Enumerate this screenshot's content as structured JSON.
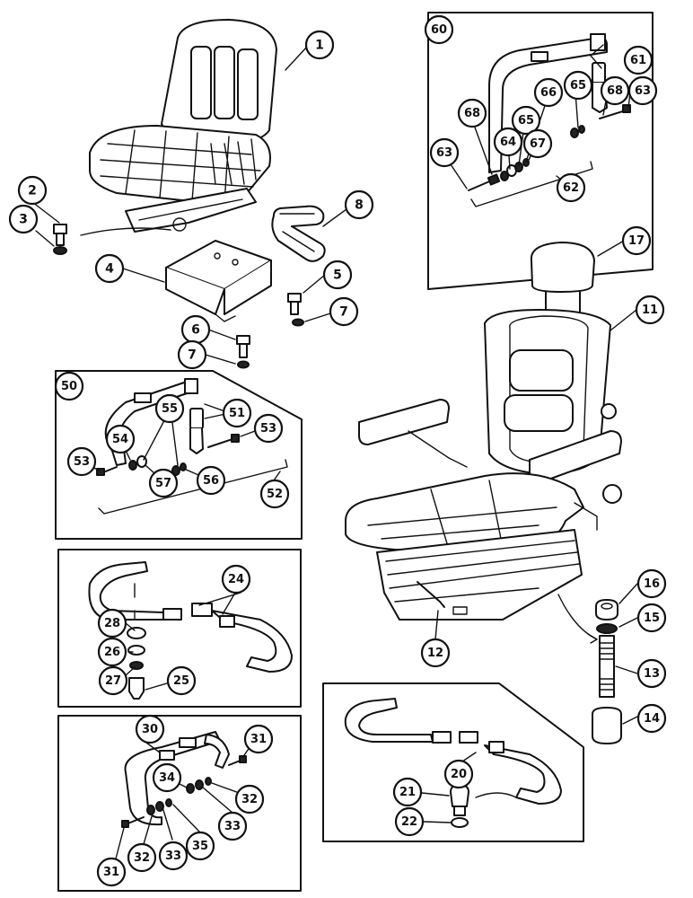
{
  "callouts": [
    {
      "id": "c1",
      "label": "1"
    },
    {
      "id": "c2",
      "label": "2"
    },
    {
      "id": "c3",
      "label": "3"
    },
    {
      "id": "c4",
      "label": "4"
    },
    {
      "id": "c5",
      "label": "5"
    },
    {
      "id": "c6",
      "label": "6"
    },
    {
      "id": "c7a",
      "label": "7"
    },
    {
      "id": "c7b",
      "label": "7"
    },
    {
      "id": "c8",
      "label": "8"
    },
    {
      "id": "c11",
      "label": "11"
    },
    {
      "id": "c12",
      "label": "12"
    },
    {
      "id": "c13",
      "label": "13"
    },
    {
      "id": "c14",
      "label": "14"
    },
    {
      "id": "c15",
      "label": "15"
    },
    {
      "id": "c16",
      "label": "16"
    },
    {
      "id": "c17",
      "label": "17"
    },
    {
      "id": "c20",
      "label": "20"
    },
    {
      "id": "c21",
      "label": "21"
    },
    {
      "id": "c22",
      "label": "22"
    },
    {
      "id": "c24",
      "label": "24"
    },
    {
      "id": "c25",
      "label": "25"
    },
    {
      "id": "c26",
      "label": "26"
    },
    {
      "id": "c27",
      "label": "27"
    },
    {
      "id": "c28",
      "label": "28"
    },
    {
      "id": "c30",
      "label": "30"
    },
    {
      "id": "c31a",
      "label": "31"
    },
    {
      "id": "c31b",
      "label": "31"
    },
    {
      "id": "c32a",
      "label": "32"
    },
    {
      "id": "c32b",
      "label": "32"
    },
    {
      "id": "c33a",
      "label": "33"
    },
    {
      "id": "c33b",
      "label": "33"
    },
    {
      "id": "c34",
      "label": "34"
    },
    {
      "id": "c35",
      "label": "35"
    },
    {
      "id": "c50",
      "label": "50"
    },
    {
      "id": "c51",
      "label": "51"
    },
    {
      "id": "c52",
      "label": "52"
    },
    {
      "id": "c53a",
      "label": "53"
    },
    {
      "id": "c53b",
      "label": "53"
    },
    {
      "id": "c54",
      "label": "54"
    },
    {
      "id": "c55",
      "label": "55"
    },
    {
      "id": "c56",
      "label": "56"
    },
    {
      "id": "c57",
      "label": "57"
    },
    {
      "id": "c60",
      "label": "60"
    },
    {
      "id": "c61",
      "label": "61"
    },
    {
      "id": "c62",
      "label": "62"
    },
    {
      "id": "c63a",
      "label": "63"
    },
    {
      "id": "c63b",
      "label": "63"
    },
    {
      "id": "c64",
      "label": "64"
    },
    {
      "id": "c65a",
      "label": "65"
    },
    {
      "id": "c65b",
      "label": "65"
    },
    {
      "id": "c66",
      "label": "66"
    },
    {
      "id": "c67",
      "label": "67"
    },
    {
      "id": "c68a",
      "label": "68"
    },
    {
      "id": "c68b",
      "label": "68"
    }
  ]
}
